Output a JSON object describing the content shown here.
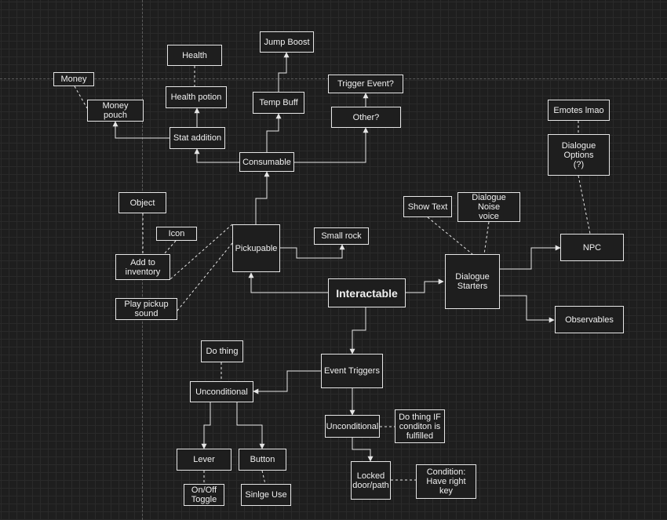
{
  "diagram": {
    "nodes": {
      "interactable": "Interactable",
      "pickupable": "Pickupable",
      "small_rock": "Small rock",
      "consumable": "Consumable",
      "stat_addition": "Stat addition",
      "health_potion": "Health potion",
      "health": "Health",
      "money_pouch": "Money pouch",
      "money": "Money",
      "temp_buff": "Temp Buff",
      "jump_boost": "Jump Boost",
      "other": "Other?",
      "trigger_event": "Trigger Event?",
      "object": "Object",
      "icon": "Icon",
      "add_to_inventory": "Add to\ninventory",
      "play_pickup_sound": "Play pickup\nsound",
      "dialogue_starters": "Dialogue\nStarters",
      "show_text": "Show Text",
      "dialogue_noise": "Dialogue Noise\nvoice",
      "npc": "NPC",
      "dialogue_options": "Dialogue\nOptions\n(?)",
      "emotes": "Emotes lmao",
      "observables": "Observables",
      "event_triggers": "Event Triggers",
      "unconditional_left": "Unconditional",
      "do_thing": "Do thing",
      "lever": "Lever",
      "button": "Button",
      "on_off_toggle": "On/Off\nToggle",
      "single_use": "Sinlge Use",
      "unconditional_right": "Unconditional",
      "do_thing_if": "Do thing IF\nconditon is\nfulfilled",
      "locked_door": "Locked\ndoor/path",
      "condition": "Condition:\nHave right key"
    }
  }
}
